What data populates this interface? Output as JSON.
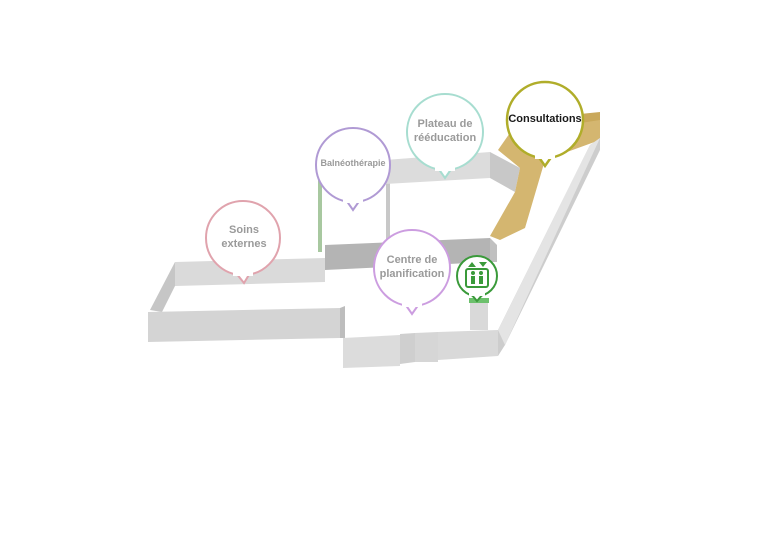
{
  "map": {
    "colors": {
      "wall_light": "#d8d8d8",
      "wall_mid": "#c4c4c4",
      "wall_dark": "#b2b2b2",
      "highlight_zone": "#d4b670",
      "soins": "#e0a3ad",
      "balneo": "#b09ad4",
      "plateau": "#a7ddd0",
      "consultations": "#b0ad2a",
      "centre": "#cc9de0",
      "elevator": "#3a9a3a"
    },
    "pins": {
      "soins_externes": "Soins externes",
      "balneotherapie": "Balnéothérapie",
      "plateau_reeducation": "Plateau de rééducation",
      "consultations": "Consultations",
      "centre_planification": "Centre de planification"
    },
    "icons": {
      "elevator": "elevator-icon"
    }
  }
}
